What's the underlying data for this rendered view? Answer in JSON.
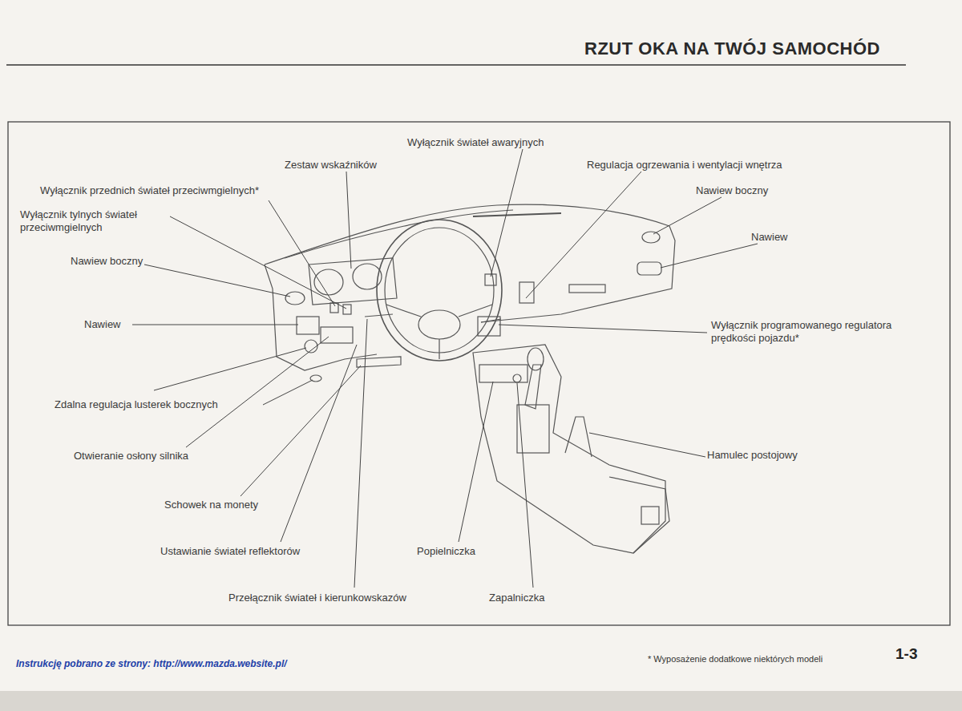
{
  "diagram": {
    "title": "RZUT OKA NA TWÓJ SAMOCHÓD",
    "labels": [
      "Wyłącznik świateł awaryjnych",
      "Zestaw wskaźników",
      "Regulacja ogrzewania i wentylacji wnętrza",
      "Wyłącznik przednich świateł przeciwmgielnych*",
      "Nawiew boczny",
      "Wyłącznik tylnych świateł przeciwmgielnych",
      "Nawiew",
      "Nawiew boczny",
      "Nawiew",
      "Wyłącznik programowanego regulatora prędkości pojazdu*",
      "Zdalna regulacja lusterek bocznych",
      "Otwieranie osłony silnika",
      "Hamulec postojowy",
      "Schowek na monety",
      "Ustawianie świateł reflektorów",
      "Popielniczka",
      "Przełącznik świateł i kierunkowskazów",
      "Zapalniczka",
      "Instrukcję pobrano ze strony: http://www.mazda.website.pl/",
      "* Wyposażenie dodatkowe niektórych modeli",
      "1-3"
    ]
  }
}
